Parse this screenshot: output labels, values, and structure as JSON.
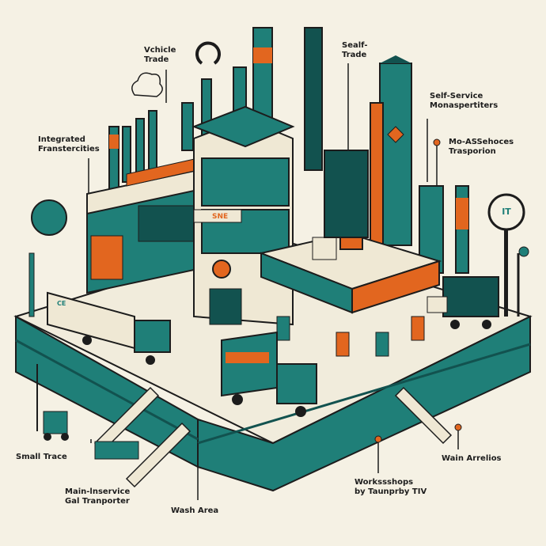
{
  "labels": {
    "vehicle_trade": "Vchicle\nTrade",
    "self_trade": "Sealf-\nTrade",
    "self_service_mona": "Self-Service\nMonaspertiters",
    "integrated": "Integrated\nFranstercities",
    "mo_asshoces": "Mo-ASSehoces\nTrasporion",
    "small_trace": "Small Trace",
    "main_inservice": "Main-lnservice\nGal Tranporter",
    "wash_area": "Wash Area",
    "workshops": "Workssshops\nby Taunprby TIV",
    "wain_arrelios": "Wain Arrelios",
    "building_sign": "SNE",
    "round_sign": "IT",
    "truck_logo": "CE"
  },
  "colors": {
    "background": "#f5f1e4",
    "teal": "#1f7f78",
    "dark_teal": "#12524f",
    "orange": "#e2661f",
    "cream": "#efe8d4",
    "ink": "#1c1c1c"
  }
}
